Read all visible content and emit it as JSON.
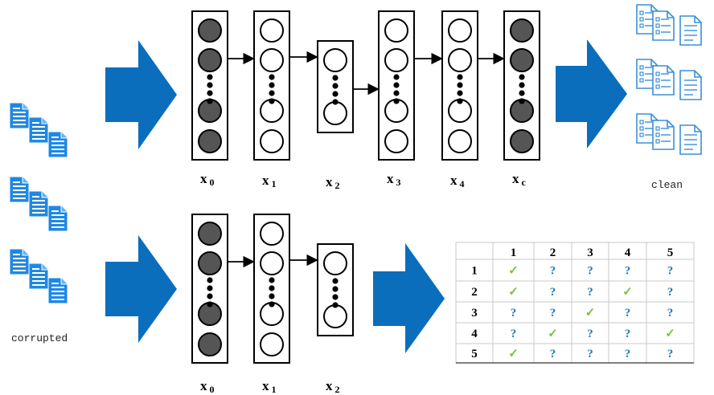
{
  "labels": {
    "corrupted": "corrupted",
    "clean": "clean"
  },
  "top_row": {
    "layers": [
      {
        "name": "x",
        "sub": "0",
        "filled": true
      },
      {
        "name": "x",
        "sub": "1",
        "filled": false
      },
      {
        "name": "x",
        "sub": "2",
        "filled": false
      },
      {
        "name": "x",
        "sub": "3",
        "filled": false
      },
      {
        "name": "x",
        "sub": "4",
        "filled": false
      },
      {
        "name": "x",
        "sub": "c",
        "filled": true
      }
    ]
  },
  "bottom_row": {
    "layers": [
      {
        "name": "x",
        "sub": "0",
        "filled": true
      },
      {
        "name": "x",
        "sub": "1",
        "filled": false
      },
      {
        "name": "x",
        "sub": "2",
        "filled": false
      }
    ]
  },
  "table": {
    "col_headers": [
      "1",
      "2",
      "3",
      "4",
      "5"
    ],
    "row_headers": [
      "1",
      "2",
      "3",
      "4",
      "5"
    ],
    "cells": [
      [
        "✓",
        "?",
        "?",
        "?",
        "?"
      ],
      [
        "✓",
        "?",
        "?",
        "✓",
        "?"
      ],
      [
        "?",
        "?",
        "✓",
        "?",
        "?"
      ],
      [
        "?",
        "✓",
        "?",
        "?",
        "✓"
      ],
      [
        "✓",
        "?",
        "?",
        "?",
        "?"
      ]
    ],
    "check_color": "#7ac143",
    "question_color": "#1e7ab8"
  },
  "colors": {
    "arrow": "#0a6ebd",
    "doc_fill": "#1e88e5",
    "doc_outline": "#3a8fd8",
    "node_filled": "#555555",
    "node_empty": "#ffffff"
  }
}
